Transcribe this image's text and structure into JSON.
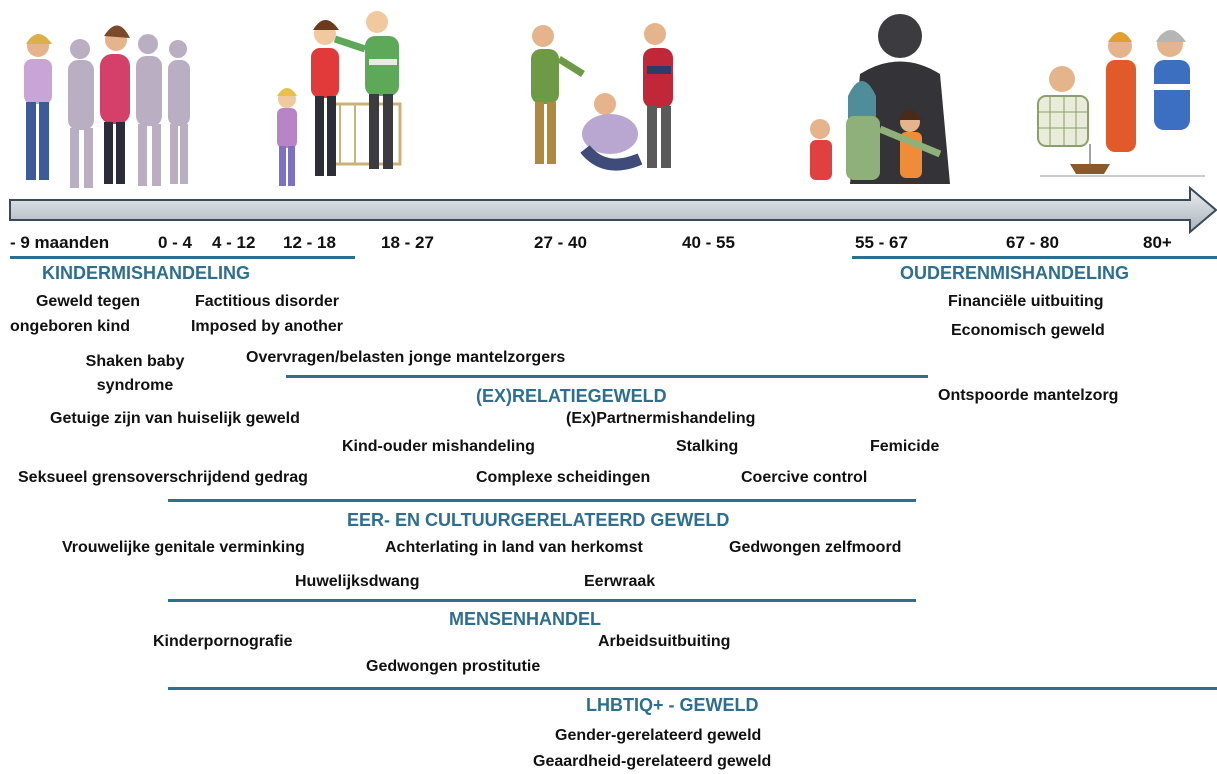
{
  "ages": [
    "- 9 maanden",
    "0 - 4",
    "4 - 12",
    "12 - 18",
    "18 - 27",
    "27 - 40",
    "40 - 55",
    "55 - 67",
    "67 - 80",
    "80+"
  ],
  "sections": {
    "kindermishandeling": {
      "title": "KINDERMISHANDELING",
      "items": {
        "geweld_ongeboren_l1": "Geweld tegen",
        "geweld_ongeboren_l2": "ongeboren kind",
        "factitious_l1": "Factitious disorder",
        "factitious_l2": "Imposed by another",
        "shaken_l1": "Shaken baby",
        "shaken_l2": "syndrome",
        "overvragen": "Overvragen/belasten jonge mantelzorgers",
        "getuige": "Getuige zijn van huiselijk geweld",
        "seksueel": "Seksueel grensoverschrijdend gedrag"
      }
    },
    "ouderenmishandeling": {
      "title": "OUDERENMISHANDELING",
      "items": {
        "financieel": "Financiële uitbuiting",
        "economisch": "Economisch geweld",
        "ontspoorde": "Ontspoorde mantelzorg"
      }
    },
    "relatiegeweld": {
      "title": "(EX)RELATIEGEWELD",
      "items": {
        "partner": "(Ex)Partnermishandeling",
        "kind_ouder": "Kind-ouder mishandeling",
        "stalking": "Stalking",
        "femicide": "Femicide",
        "complexe": "Complexe scheidingen",
        "coercive": "Coercive control"
      }
    },
    "eer": {
      "title": "EER- EN CULTUURGERELATEERD GEWELD",
      "items": {
        "vgv": "Vrouwelijke genitale verminking",
        "achterlating": "Achterlating in land van herkomst",
        "zelfmoord": "Gedwongen zelfmoord",
        "huwelijksdwang": "Huwelijksdwang",
        "eerwraak": "Eerwraak"
      }
    },
    "mensenhandel": {
      "title": "MENSENHANDEL",
      "items": {
        "kinderporno": "Kinderpornografie",
        "arbeid": "Arbeidsuitbuiting",
        "prostitutie": "Gedwongen prostitutie"
      }
    },
    "lhbtiq": {
      "title": "LHBTIQ+ - GEWELD",
      "items": {
        "gender": "Gender-gerelateerd geweld",
        "geaardheid": "Geaardheid-gerelateerd geweld"
      }
    }
  },
  "colors": {
    "heading": "#2e6e8e",
    "rule": "#2e6e8e",
    "arrow_fill": "#c9d0d6",
    "arrow_stroke": "#3a4a58"
  }
}
